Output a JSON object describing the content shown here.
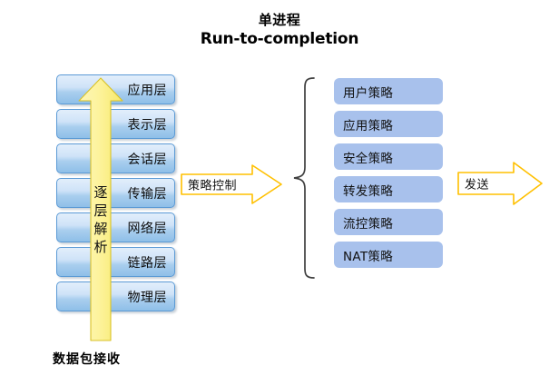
{
  "title": {
    "line_cn": "单进程",
    "line_en": "Run-to-completion"
  },
  "osi_stack": {
    "name": "protocol-layer-stack",
    "layers": [
      {
        "label": "应用层"
      },
      {
        "label": "表示层"
      },
      {
        "label": "会话层"
      },
      {
        "label": "传输层"
      },
      {
        "label": "网络层"
      },
      {
        "label": "链路层"
      },
      {
        "label": "物理层"
      }
    ]
  },
  "decode_arrow": {
    "label": "逐层解析",
    "direction": "up",
    "fill": "#ffef9e",
    "stroke": "#d4b106"
  },
  "packet_receive_caption": "数据包接收",
  "policy_control_arrow": {
    "label": "策略控制",
    "direction": "right",
    "fill": "#ffffff",
    "stroke": "#ffc000"
  },
  "send_arrow": {
    "label": "发送",
    "direction": "right",
    "fill": "#ffffff",
    "stroke": "#ffc000"
  },
  "brace": {
    "name": "left-curly-brace",
    "stroke": "#3f3f3f"
  },
  "policy_list": {
    "name": "policy-list",
    "fill": "#a8c1ec",
    "items": [
      {
        "label": "用户策略"
      },
      {
        "label": "应用策略"
      },
      {
        "label": "安全策略"
      },
      {
        "label": "转发策略"
      },
      {
        "label": "流控策略"
      },
      {
        "label": "NAT策略"
      }
    ]
  }
}
